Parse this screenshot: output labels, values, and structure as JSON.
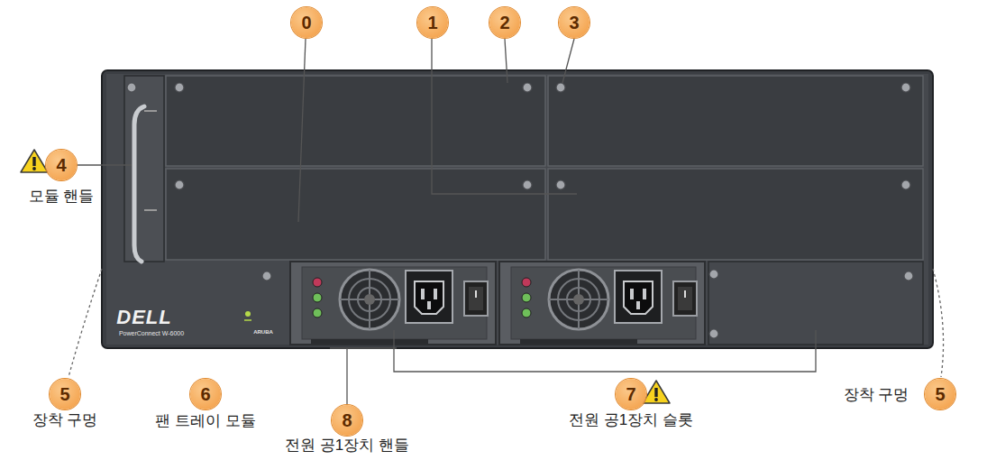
{
  "diagram": {
    "labels": [
      "0",
      "1",
      "2",
      "3",
      "4",
      "모듈 핸들",
      "5",
      "장착 구멍",
      "DELL",
      "PowerConnect W-6000",
      "ARUBA",
      "6",
      "팬 트레이 모듈",
      "8",
      "전원 공1장치 핸들",
      "7",
      "전원 공1장치 슬롯",
      "장착 구멍",
      "5"
    ]
  }
}
